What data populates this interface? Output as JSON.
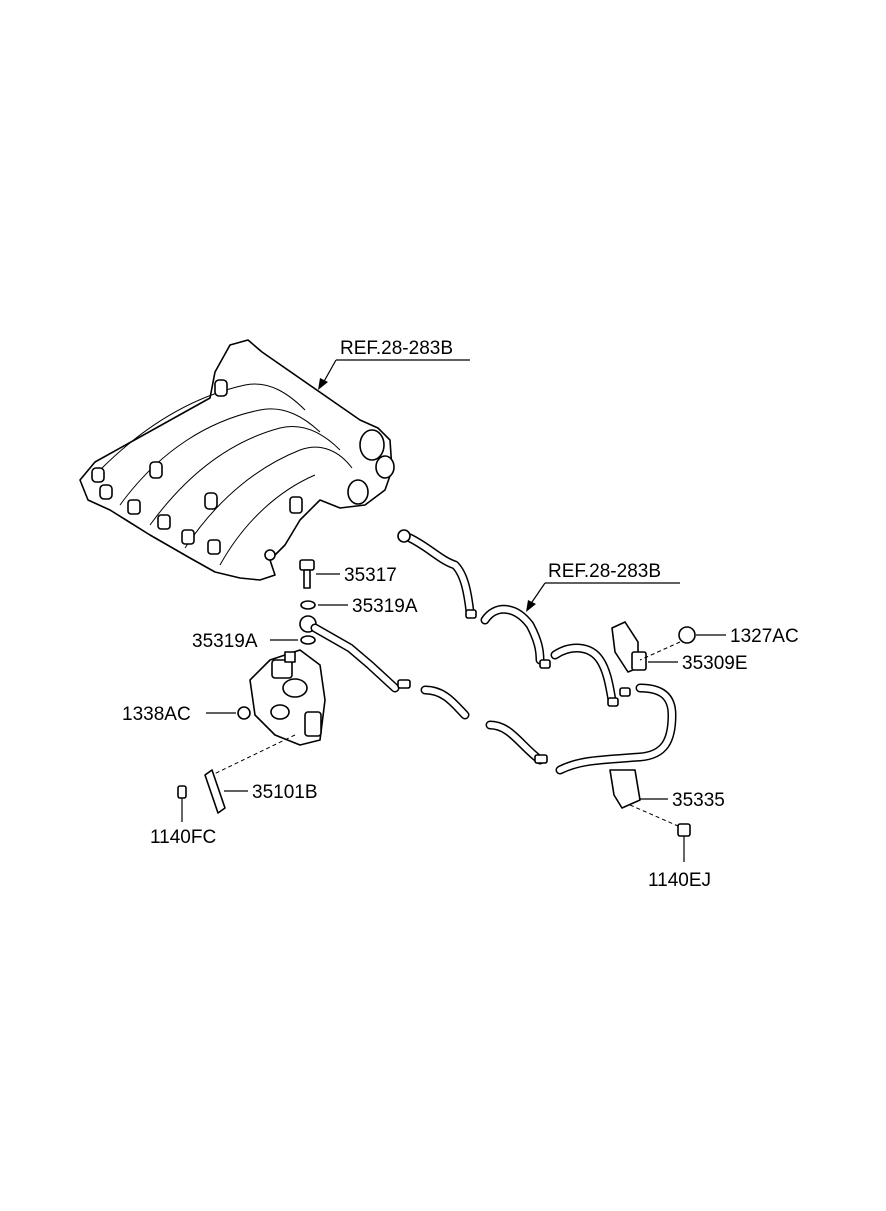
{
  "diagram": {
    "labels": {
      "ref_top": "REF.28-283B",
      "ref_hose": "REF.28-283B",
      "p35317": "35317",
      "p35319a_upper": "35319A",
      "p35319a_lower": "35319A",
      "p1338ac": "1338AC",
      "p35101b": "35101B",
      "p1140fc": "1140FC",
      "p1327ac": "1327AC",
      "p35309e": "35309E",
      "p35335": "35335",
      "p1140ej": "1140EJ"
    }
  }
}
